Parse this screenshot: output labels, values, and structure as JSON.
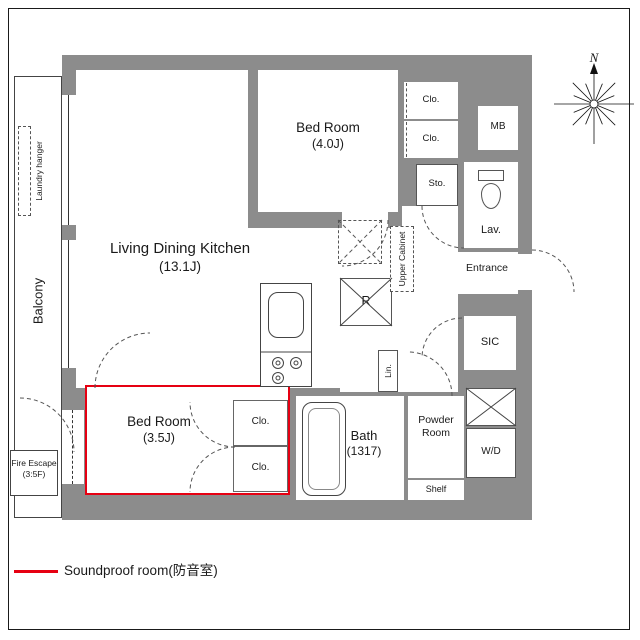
{
  "plan": {
    "balcony": "Balcony",
    "laundry_hanger": "Laundry hanger",
    "fire_escape_line1": "Fire Escape",
    "fire_escape_line2": "(3:5F)",
    "north": "N"
  },
  "rooms": {
    "ldk": {
      "name": "Living Dining Kitchen",
      "size": "(13.1J)"
    },
    "bedroom_main": {
      "name": "Bed Room",
      "size": "(4.0J)"
    },
    "bedroom_soundproof": {
      "name": "Bed Room",
      "size": "(3.5J)"
    },
    "bath": {
      "name": "Bath",
      "size": "(1317)"
    },
    "powder_room": "Powder Room",
    "lavatory": "Lav.",
    "entrance": "Entrance",
    "shoe_closet": "SIC"
  },
  "fixtures": {
    "closets": [
      "Clo.",
      "Clo.",
      "Clo.",
      "Clo."
    ],
    "meter_box": "MB",
    "storage": "Sto.",
    "upper_cabinet": "Upper Cabinet",
    "refrigerator": "R",
    "linen": "Lin.",
    "washer_dryer": "W/D",
    "shelf": "Shelf"
  },
  "legend": {
    "soundproof": "Soundproof room(防音室)"
  },
  "colors": {
    "wall_gray": "#8c8c8c",
    "soundproof_red": "#e60012"
  }
}
